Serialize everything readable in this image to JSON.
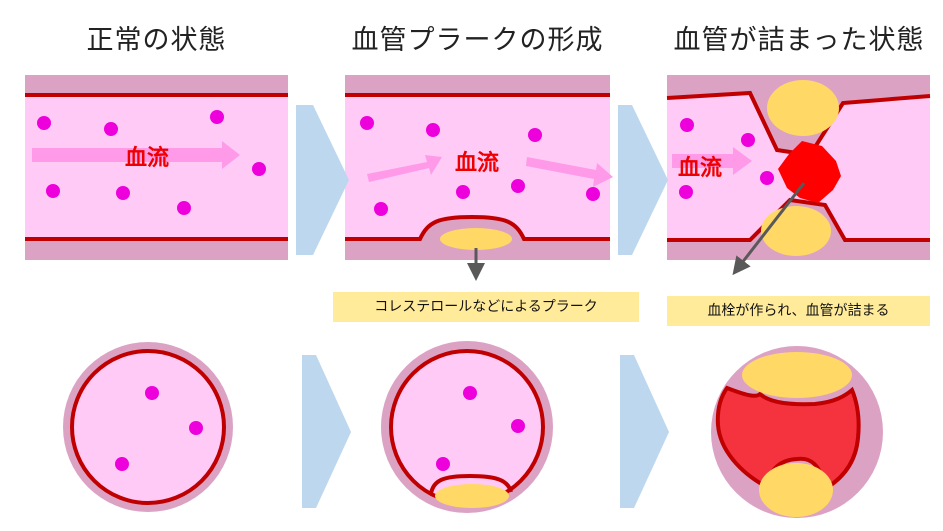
{
  "stages": [
    {
      "title": "正常の状態"
    },
    {
      "title": "血管プラークの形成"
    },
    {
      "title": "血管が詰まった状態"
    }
  ],
  "flow_label": "血流",
  "annotations": {
    "plaque": "コレステロールなどによるプラーク",
    "clot": "血栓が作られ、血管が詰まる"
  },
  "colors": {
    "vessel_wall_outer": "#dca2c4",
    "vessel_lumen": "#ffcaf6",
    "vessel_wall_line": "#c00000",
    "blood_cell": "#ee00dd",
    "flow_arrow": "#ff9ae8",
    "plaque": "#ffd865",
    "thrombus": "#ff0000",
    "thrombus_cross_section": "#f5333f",
    "stage_arrow": "#bdd7ee",
    "indicator_arrow": "#595959",
    "note_background": "#ffeb9a"
  }
}
